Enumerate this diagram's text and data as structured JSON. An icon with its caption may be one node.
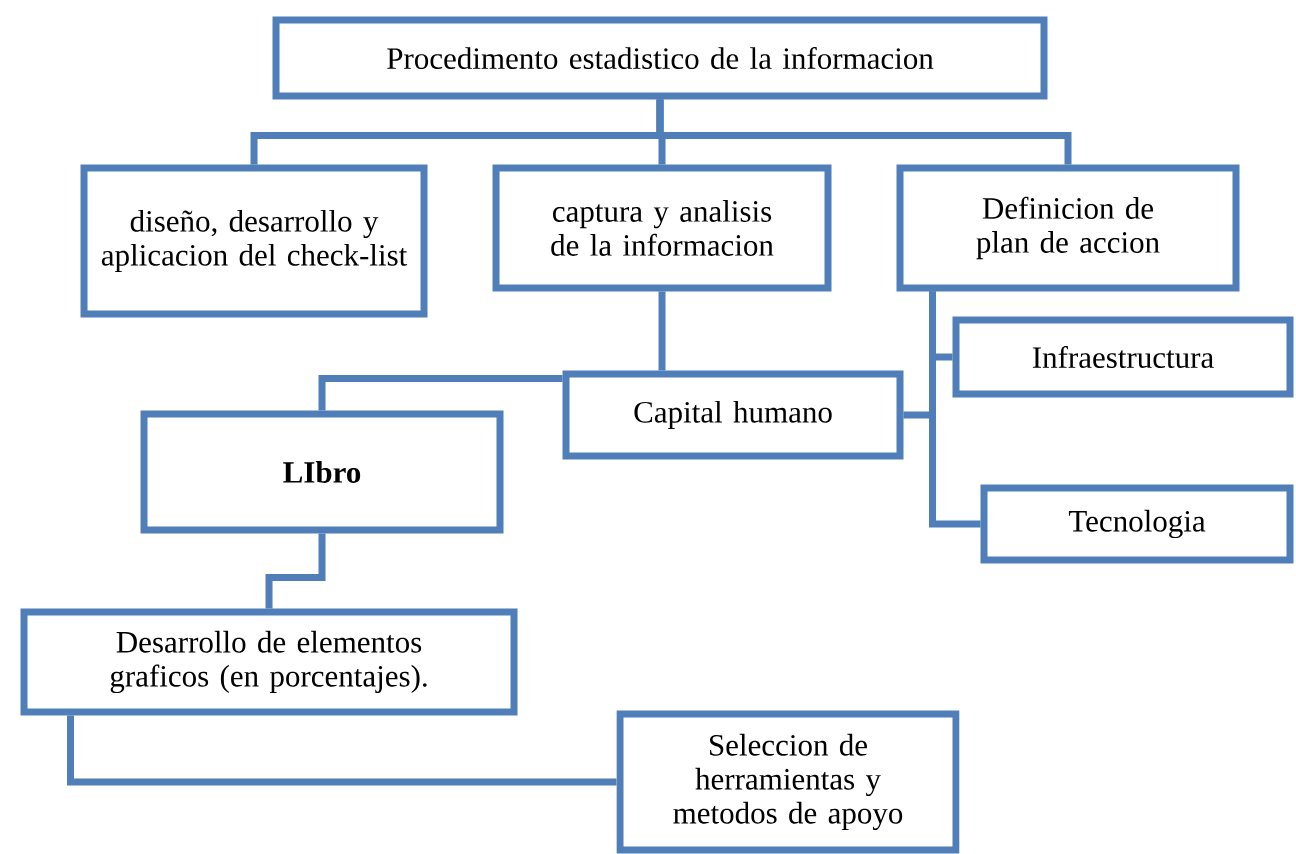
{
  "diagram": {
    "nodes": [
      {
        "text": [
          "Procedimento estadistico de la informacion"
        ]
      },
      {
        "text": [
          "diseño, desarrollo y aplicacion del check-list"
        ]
      },
      {
        "text": [
          "captura y analisis de la informacion"
        ]
      },
      {
        "text": [
          "Definicion de plan de accion"
        ]
      },
      {
        "text": [
          "Infraestructura"
        ]
      },
      {
        "text": [
          "Capital humano"
        ]
      },
      {
        "text": [
          "LIbro"
        ]
      },
      {
        "text": [
          "Tecnologia"
        ]
      },
      {
        "text": [
          "Desarrollo de elementos graficos (en porcentajes)."
        ]
      },
      {
        "text": [
          "Seleccion de herramientas y metodos de apoyo"
        ]
      }
    ],
    "edges": [
      {
        "from": 0,
        "to": 1,
        "arrow": "none"
      },
      {
        "from": 0,
        "to": 2,
        "arrow": "none"
      },
      {
        "from": 0,
        "to": 3,
        "arrow": "none"
      },
      {
        "from": 2,
        "to": 5,
        "arrow": "none"
      },
      {
        "from": 5,
        "to": 6,
        "arrow": "none"
      },
      {
        "from": 3,
        "to": 4,
        "arrow": "none"
      },
      {
        "from": 3,
        "to": 5,
        "arrow": "none"
      },
      {
        "from": 3,
        "to": 7,
        "arrow": "none"
      },
      {
        "from": 6,
        "to": 8,
        "arrow": "none"
      },
      {
        "from": 8,
        "to": 9,
        "arrow": "none"
      }
    ]
  }
}
